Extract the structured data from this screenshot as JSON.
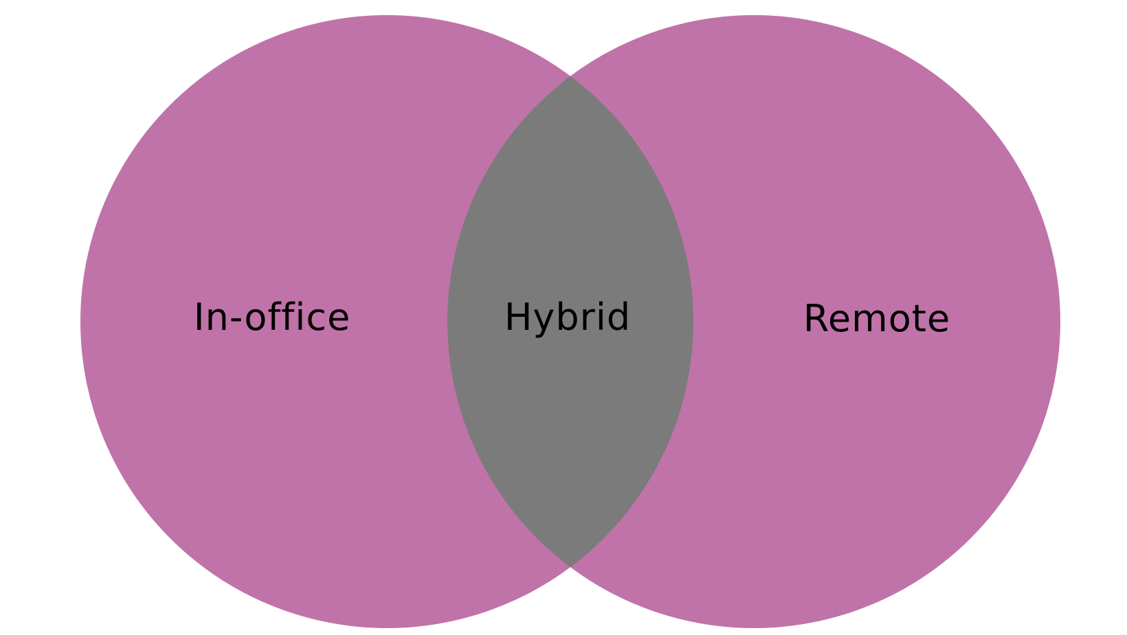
{
  "diagram": {
    "type": "venn",
    "sets": [
      {
        "id": "left",
        "label": "In-office"
      },
      {
        "id": "right",
        "label": "Remote"
      }
    ],
    "intersection": {
      "label": "Hybrid"
    },
    "colors": {
      "set_fill": "#c073a8",
      "intersection_fill": "#7b7b7b",
      "background": "#ffffff",
      "text": "#000000"
    }
  }
}
